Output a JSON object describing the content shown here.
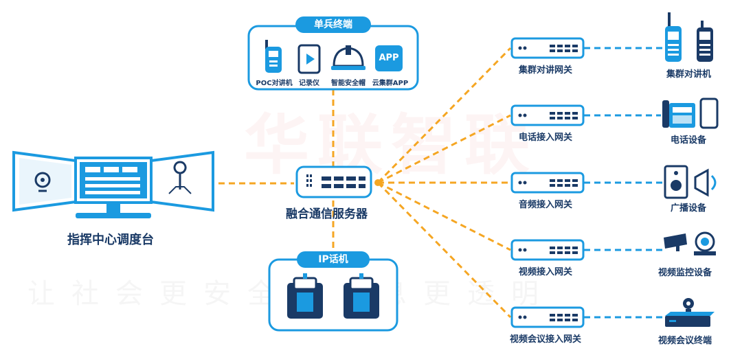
{
  "watermark": {
    "brand": "华联智联",
    "slogan": "让社会更安全让信息更透明"
  },
  "dispatch": {
    "label": "指挥中心调度台"
  },
  "server": {
    "label": "融合通信服务器"
  },
  "soldier_terminal": {
    "title": "单兵终端",
    "items": [
      {
        "icon": "walkie-talkie-icon",
        "label": "POC对讲机"
      },
      {
        "icon": "recorder-icon",
        "label": "记录仪"
      },
      {
        "icon": "helmet-icon",
        "label": "智能安全帽"
      },
      {
        "icon": "app-icon",
        "label": "云集群APP",
        "glyph": "APP"
      }
    ]
  },
  "ip_phone": {
    "title": "IP话机"
  },
  "gateways": [
    {
      "label": "集群对讲网关",
      "device_label": "集群对讲机",
      "device_icon": "two-way-radio-icon"
    },
    {
      "label": "电话接入网关",
      "device_label": "电话设备",
      "device_icon": "telephone-icon"
    },
    {
      "label": "音频接入网关",
      "device_label": "广播设备",
      "device_icon": "speaker-icon"
    },
    {
      "label": "视频接入网关",
      "device_label": "视频监控设备",
      "device_icon": "cctv-camera-icon"
    },
    {
      "label": "视频会议接入网关",
      "device_label": "视频会议终端",
      "device_icon": "video-conference-icon"
    }
  ],
  "colors": {
    "primary": "#1b9ae0",
    "dark": "#1a3a66",
    "link_orange": "#f5a623",
    "link_blue": "#1b9ae0"
  }
}
